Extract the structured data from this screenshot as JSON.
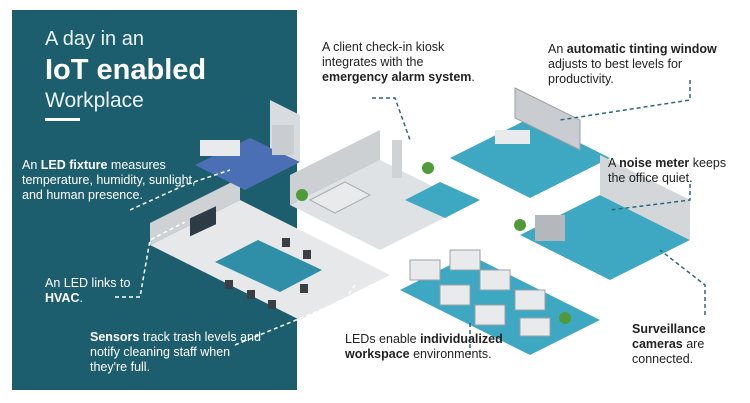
{
  "title": {
    "line1": "A day in an",
    "line2": "IoT enabled",
    "line3": "Workplace"
  },
  "captions": {
    "led_fixture": {
      "pre": "An ",
      "bold": "LED fixture",
      "post": " measures temperature, humidity, sunlight, and human presence."
    },
    "led_links": {
      "pre": "An LED links to ",
      "bold": "HVAC",
      "post": "."
    },
    "sensors": {
      "bold": "Sensors",
      "post": " track trash levels and notify cleaning staff when they're full."
    },
    "kiosk": {
      "pre": "A client check-in kiosk integrates with the ",
      "bold": "emergency alarm system",
      "post": "."
    },
    "tinting": {
      "pre": "An ",
      "bold": "automatic tinting window",
      "post": " adjusts to best levels for productivity."
    },
    "noise": {
      "pre": "A ",
      "bold": "noise meter",
      "post": " keeps the office quiet."
    },
    "workspace": {
      "pre": "LEDs enable ",
      "bold": "individualized workspace",
      "post": " environments."
    },
    "cameras": {
      "bold": "Surveillance cameras",
      "post": " are connected."
    }
  },
  "colors": {
    "panel": "#1d5e6e",
    "teal_floor": "#3ea8c2",
    "grey_floor": "#e4e6e8",
    "desk": "#e9eaec",
    "wall": "#b4b8bd",
    "accent": "#2c6a7a"
  }
}
